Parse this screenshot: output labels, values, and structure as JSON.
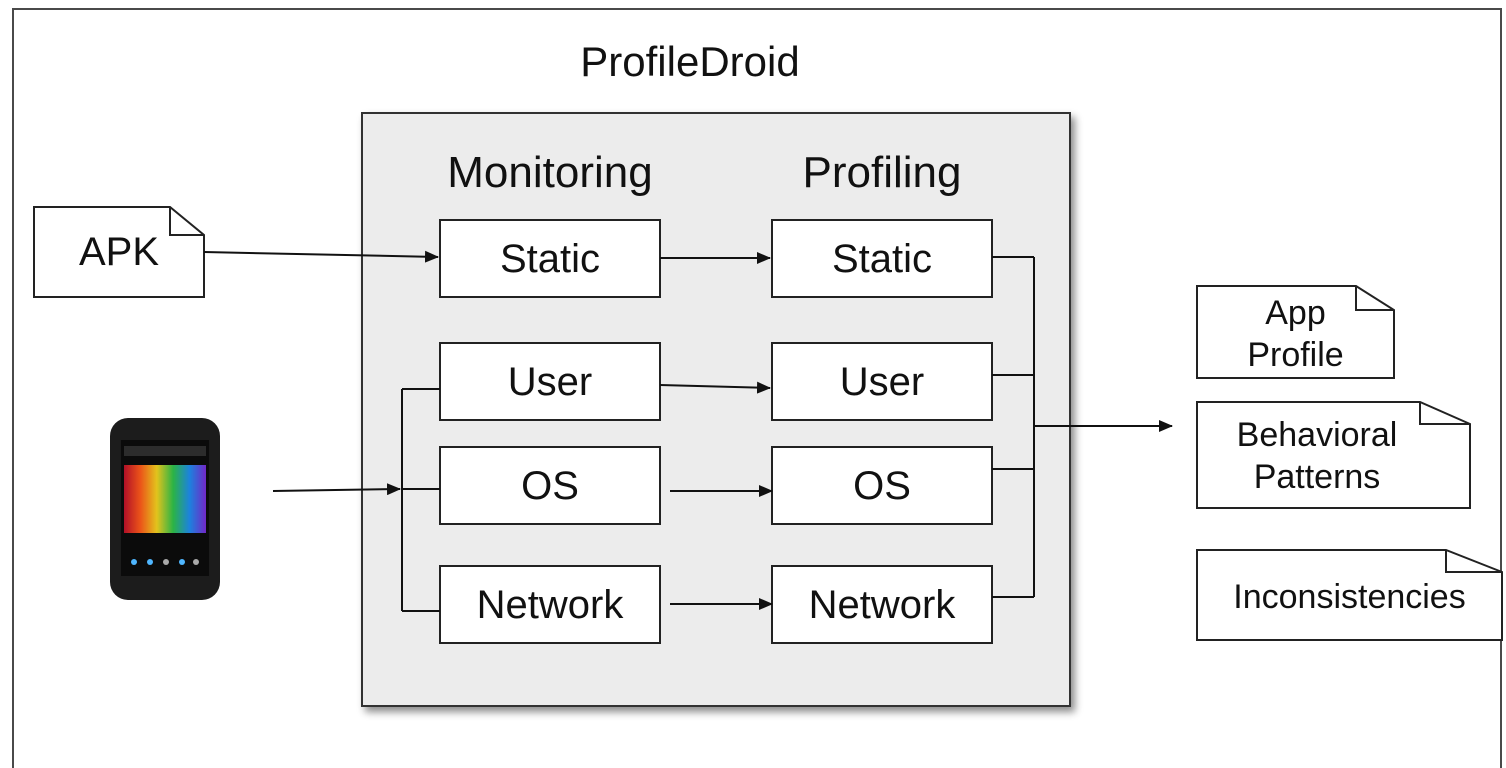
{
  "title": "ProfileDroid",
  "columns": {
    "monitoring": "Monitoring",
    "profiling": "Profiling"
  },
  "monitoring_boxes": [
    "Static",
    "User",
    "OS",
    "Network"
  ],
  "profiling_boxes": [
    "Static",
    "User",
    "OS",
    "Network"
  ],
  "inputs": {
    "apk": "APK",
    "device_icon": "smartphone-icon"
  },
  "outputs": {
    "app_profile": [
      "App",
      "Profile"
    ],
    "behavioral_patterns": [
      "Behavioral",
      "Patterns"
    ],
    "inconsistencies": "Inconsistencies"
  },
  "colors": {
    "system_box": "#ececec",
    "stroke": "#222222",
    "frame": "#4a4a4a"
  }
}
